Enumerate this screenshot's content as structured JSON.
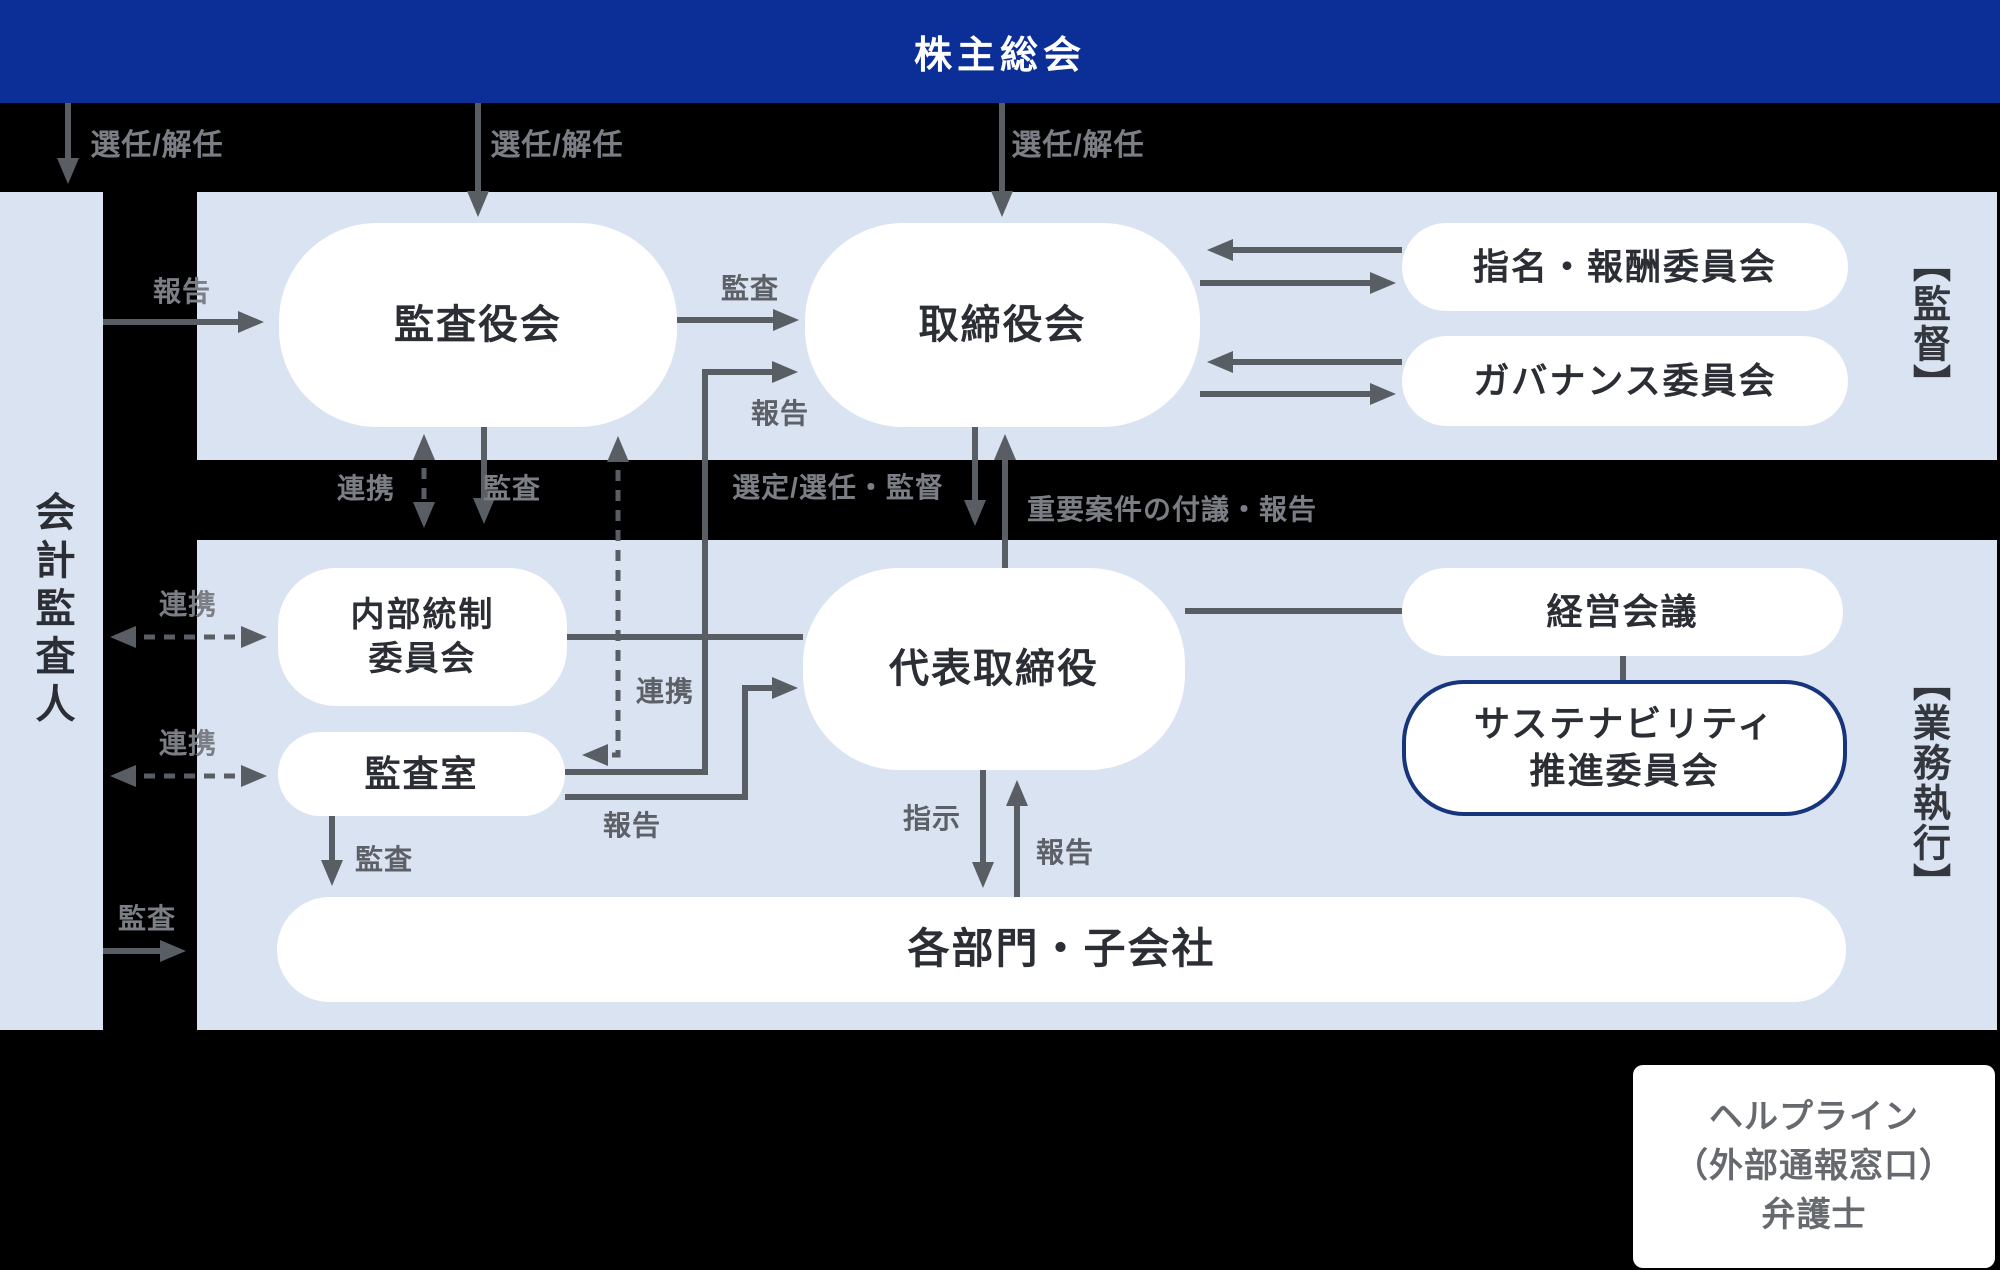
{
  "banner": {
    "shareholders_meeting": "株主総会"
  },
  "colors": {
    "banner_blue": "#0b2f96",
    "panel_blue": "#dae3f1",
    "accent_navy": "#16357d",
    "line_gray": "#595d64"
  },
  "left_column": {
    "accounting_auditor": "会計監査人"
  },
  "section_labels": {
    "supervision": "【監督】",
    "business_execution": "【業務執行】"
  },
  "nodes": {
    "audit_supervisory_board": "監査役会",
    "board_of_directors": "取締役会",
    "nomination_compensation_committee": "指名・報酬委員会",
    "governance_committee": "ガバナンス委員会",
    "internal_control_committee_line1": "内部統制",
    "internal_control_committee_line2": "委員会",
    "audit_office": "監査室",
    "representative_director": "代表取締役",
    "management_meeting": "経営会議",
    "sustainability_committee_line1": "サステナビリティ",
    "sustainability_committee_line2": "推進委員会",
    "divisions_subsidiaries": "各部門・子会社",
    "helpline_line1": "ヘルプライン",
    "helpline_line2": "（外部通報窓口）",
    "helpline_line3": "弁護士"
  },
  "edge_labels": {
    "appoint_dismiss": "選任/解任",
    "report": "報告",
    "audit": "監査",
    "cooperation": "連携",
    "selection_appointment_supervision": "選定/選任・監督",
    "important_matters_report": "重要案件の付議・報告",
    "instruction": "指示"
  }
}
